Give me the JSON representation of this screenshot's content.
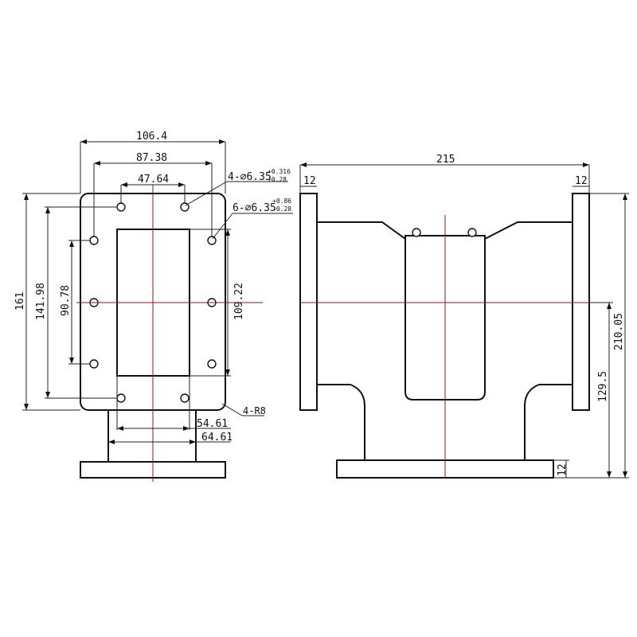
{
  "dimensions": {
    "front_view": {
      "overall_width": "106.4",
      "hole_span_outer": "87.38",
      "hole_span_inner": "47.64",
      "overall_height": "161",
      "hole_span_vertical_outer": "141.98",
      "hole_span_vertical_inner": "90.78",
      "aperture_height": "109.22",
      "body_width_inner": "54.61",
      "body_width_outer": "64.61",
      "corner_radius": "4-R8"
    },
    "side_view": {
      "overall_width": "215",
      "left_flange_thickness": "12",
      "right_flange_thickness": "12",
      "overall_height": "210.05",
      "center_height": "129.5",
      "base_thickness": "12"
    }
  },
  "hole_callouts": {
    "four_holes": {
      "prefix": "4-⌀6.35",
      "tol_upper": "+0.316",
      "tol_lower": "+0.28"
    },
    "six_holes": {
      "prefix": "6-⌀6.35",
      "tol_upper": "+0.86",
      "tol_lower": "-0.28"
    }
  },
  "colors": {
    "line": "#111111",
    "centerline": "#8b1a1a",
    "background": "#ffffff"
  }
}
